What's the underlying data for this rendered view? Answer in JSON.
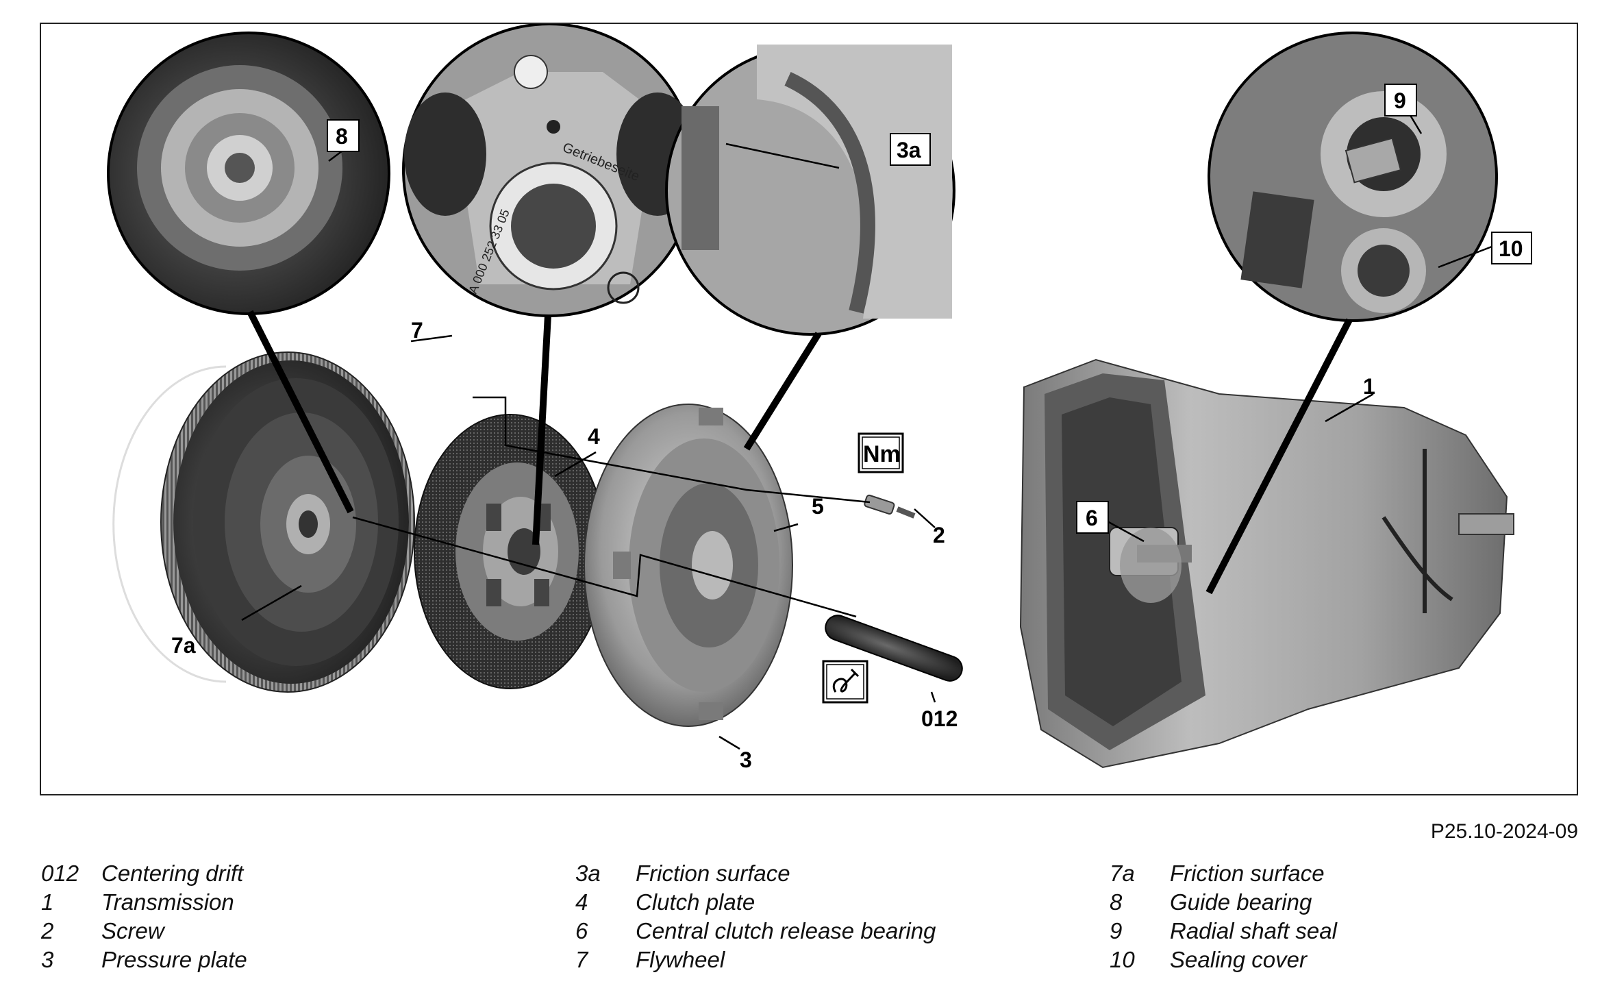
{
  "figure": {
    "callouts": {
      "c1": "1",
      "c2": "2",
      "c3": "3",
      "c3a": "3a",
      "c4": "4",
      "c5": "5",
      "c6": "6",
      "c7": "7",
      "c7a": "7a",
      "c8": "8",
      "c9": "9",
      "c10": "10",
      "c012": "012"
    },
    "clutch_text": {
      "ring": "Getriebeseite",
      "part_no": "A 000 252 33 05"
    },
    "symbols": {
      "torque": "Nm",
      "grease_icon": "grease-icon"
    },
    "colors": {
      "line": "#000000",
      "metal": "#8a8a8a",
      "dark": "#2b2b2b",
      "light": "#c9c9c9"
    }
  },
  "reference": "P25.10-2024-09",
  "legend": [
    [
      {
        "num": "012",
        "label": "Centering drift"
      },
      {
        "num": "1",
        "label": "Transmission"
      },
      {
        "num": "2",
        "label": "Screw"
      },
      {
        "num": "3",
        "label": "Pressure plate"
      }
    ],
    [
      {
        "num": "3a",
        "label": "Friction surface"
      },
      {
        "num": "4",
        "label": "Clutch plate"
      },
      {
        "num": "6",
        "label": "Central clutch release bearing"
      },
      {
        "num": "7",
        "label": "Flywheel"
      }
    ],
    [
      {
        "num": "7a",
        "label": "Friction surface"
      },
      {
        "num": "8",
        "label": "Guide bearing"
      },
      {
        "num": "9",
        "label": "Radial shaft seal"
      },
      {
        "num": "10",
        "label": "Sealing cover"
      }
    ]
  ]
}
